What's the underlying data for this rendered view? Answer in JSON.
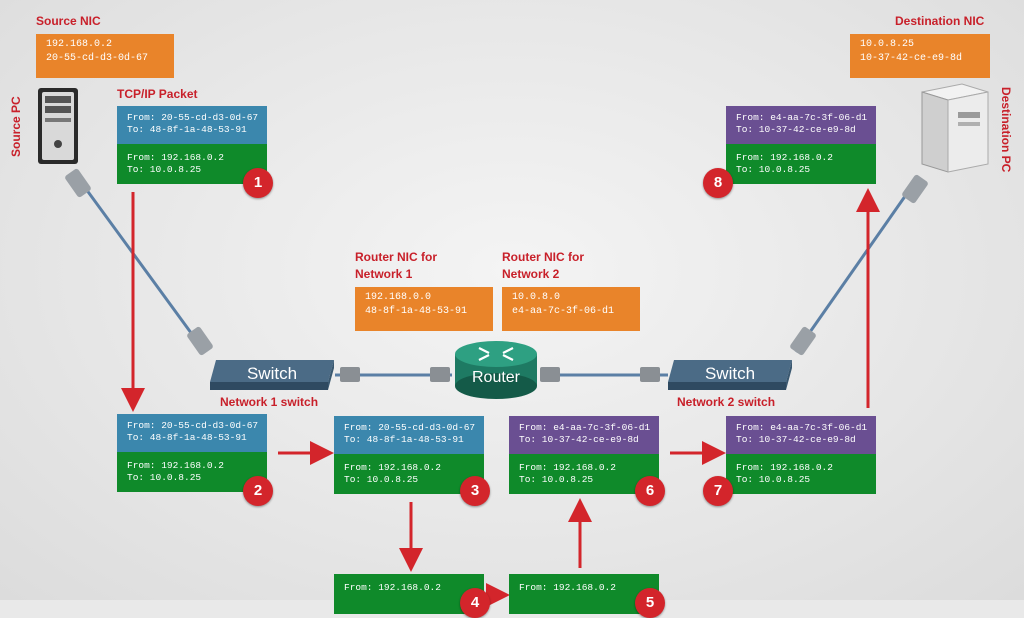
{
  "labels": {
    "source_nic": "Source NIC",
    "destination_nic": "Destination NIC",
    "tcpip_packet": "TCP/IP Packet",
    "source_pc": "Source PC",
    "destination_pc": "Destination PC",
    "router_nic_1": [
      "Router NIC for",
      "Network 1"
    ],
    "router_nic_2": [
      "Router NIC for",
      "Network 2"
    ],
    "network1_switch": "Network 1 switch",
    "network2_switch": "Network 2 switch"
  },
  "nics": {
    "source": {
      "ip": "192.168.0.2",
      "mac": "20-55-cd-d3-0d-67"
    },
    "destination": {
      "ip": "10.0.8.25",
      "mac": "10-37-42-ce-e9-8d"
    },
    "router1": {
      "ip": "192.168.0.0",
      "mac": "48-8f-1a-48-53-91"
    },
    "router2": {
      "ip": "10.0.8.0",
      "mac": "e4-aa-7c-3f-06-d1"
    }
  },
  "devices": {
    "switch_label": "Switch",
    "router_label": "Router"
  },
  "packets": [
    {
      "step": "1",
      "mac_from": "From: 20-55-cd-d3-0d-67",
      "mac_to": "To: 48-8f-1a-48-53-91",
      "ip_from": "From: 192.168.0.2",
      "ip_to": "To: 10.0.8.25"
    },
    {
      "step": "2",
      "mac_from": "From: 20-55-cd-d3-0d-67",
      "mac_to": "To: 48-8f-1a-48-53-91",
      "ip_from": "From: 192.168.0.2",
      "ip_to": "To: 10.0.8.25"
    },
    {
      "step": "3",
      "mac_from": "From: 20-55-cd-d3-0d-67",
      "mac_to": "To: 48-8f-1a-48-53-91",
      "ip_from": "From: 192.168.0.2",
      "ip_to": "To: 10.0.8.25"
    },
    {
      "step": "6",
      "mac_from": "From: e4-aa-7c-3f-06-d1",
      "mac_to": "To: 10-37-42-ce-e9-8d",
      "ip_from": "From: 192.168.0.2",
      "ip_to": "To: 10.0.8.25"
    },
    {
      "step": "7",
      "mac_from": "From: e4-aa-7c-3f-06-d1",
      "mac_to": "To: 10-37-42-ce-e9-8d",
      "ip_from": "From: 192.168.0.2",
      "ip_to": "To: 10.0.8.25"
    },
    {
      "step": "8",
      "mac_from": "From: e4-aa-7c-3f-06-d1",
      "mac_to": "To: 10-37-42-ce-e9-8d",
      "ip_from": "From: 192.168.0.2",
      "ip_to": "To: 10.0.8.25"
    },
    {
      "step": "4",
      "ip_from": "From: 192.168.0.2"
    },
    {
      "step": "5",
      "ip_from": "From: 192.168.0.2"
    }
  ],
  "colors": {
    "label_red": "#c8202a",
    "nic_orange": "#e9842a",
    "mac_blue": "#3b87ad",
    "mac_purple": "#6a4f92",
    "ip_green": "#0f8a2a",
    "arrow_red": "#d3252b",
    "device_teal": "#1e7a63"
  },
  "icons": [
    "desktop-tower-icon",
    "server-tower-icon",
    "network-switch-icon",
    "router-icon",
    "ethernet-cable-icon"
  ]
}
